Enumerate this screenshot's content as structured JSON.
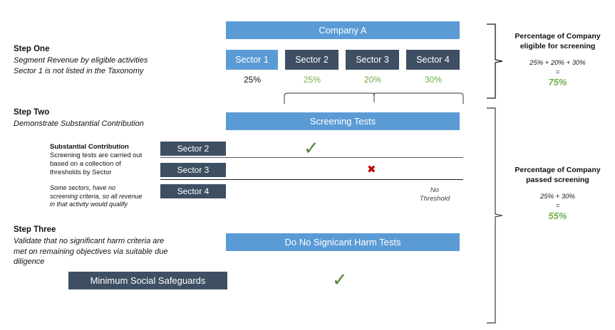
{
  "steps": {
    "one": {
      "title": "Step One",
      "desc_line1": "Segment Revenue by eligible activities",
      "desc_line2": "Sector 1 is not listed in the Taxonomy"
    },
    "two": {
      "title": "Step Two",
      "desc_line1": "Demonstrate Substantial Contribution",
      "note_bold": "Substantial Contribution",
      "note_line1": "Screening tests are carried out",
      "note_line2": "based on a  collection of",
      "note_line3": "thresholds by Sector",
      "italic_line1": "Some sectors, have no",
      "italic_line2": "screening criteria, so all revenue",
      "italic_line3": "in that activity would qualify"
    },
    "three": {
      "title": "Step Three",
      "desc_line1": "Validate that no significant harm criteria are",
      "desc_line2": "met on remaining objectives via suitable due",
      "desc_line3": "diligence"
    }
  },
  "company": {
    "name": "Company A"
  },
  "sectors": [
    {
      "label": "Sector 1",
      "pct": "25%",
      "eligible": false
    },
    {
      "label": "Sector 2",
      "pct": "25%",
      "eligible": true
    },
    {
      "label": "Sector 3",
      "pct": "20%",
      "eligible": true
    },
    {
      "label": "Sector 4",
      "pct": "30%",
      "eligible": true
    }
  ],
  "screening": {
    "header": "Screening Tests",
    "rows": [
      {
        "label": "Sector 2",
        "result": "pass",
        "mark": "✓",
        "note": ""
      },
      {
        "label": "Sector 3",
        "result": "fail",
        "mark": "✖",
        "note": ""
      },
      {
        "label": "Sector 4",
        "result": "none",
        "mark": "",
        "note_line1": "No",
        "note_line2": "Threshold"
      }
    ]
  },
  "dnsh": {
    "header": "Do No Signicant Harm Tests",
    "safeguards_label": "Minimum Social Safeguards",
    "mark": "✓"
  },
  "annotations": {
    "eligible": {
      "title_line1": "Percentage of Company",
      "title_line2": "eligible for screening",
      "sum": "25% + 20% + 30%",
      "equals": "=",
      "result": "75%"
    },
    "passed": {
      "title_line1": "Percentage of Company",
      "title_line2": "passed screening",
      "sum": "25% + 30%",
      "equals": "=",
      "result": "55%"
    }
  },
  "colors": {
    "accent_blue": "#5B9BD5",
    "dark_slate": "#3E4F63",
    "green": "#70AD47",
    "check_green": "#548235",
    "red": "#C00000"
  }
}
